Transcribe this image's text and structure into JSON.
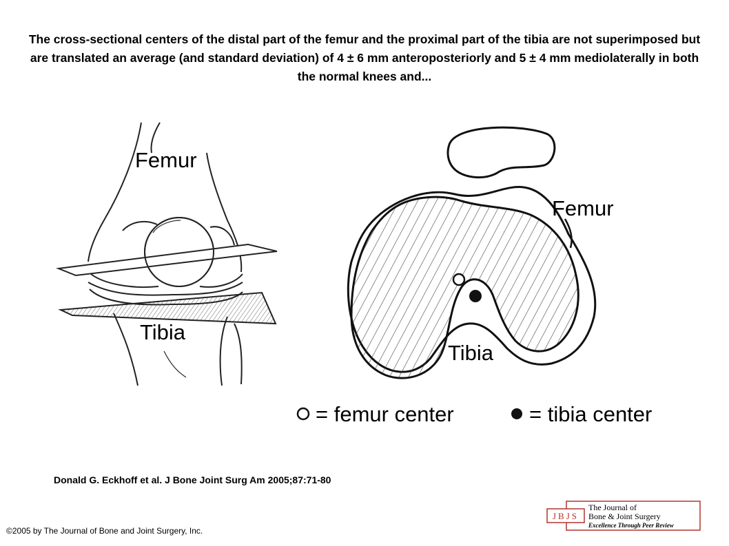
{
  "title": "The cross-sectional centers of the distal part of the femur and the proximal part of the tibia are not superimposed but are translated an average (and standard deviation) of 4 ± 6 mm anteroposteriorly and 5 ± 4 mm mediolaterally in both the normal knees and...",
  "figure": {
    "left_panel": {
      "femur_label": "Femur",
      "tibia_label": "Tibia"
    },
    "right_panel": {
      "femur_label": "Femur",
      "tibia_label": "Tibia"
    },
    "legend": {
      "femur_center": "= femur center",
      "tibia_center": "= tibia center"
    }
  },
  "citation": "Donald G. Eckhoff et al. J Bone Joint Surg Am 2005;87:71-80",
  "copyright": "©2005 by The Journal of Bone and Joint Surgery, Inc.",
  "logo": {
    "initials": "JBJS",
    "line1": "The Journal of",
    "line2": "Bone & Joint Surgery",
    "tagline": "Excellence Through Peer Review",
    "color": "#b2342c"
  }
}
